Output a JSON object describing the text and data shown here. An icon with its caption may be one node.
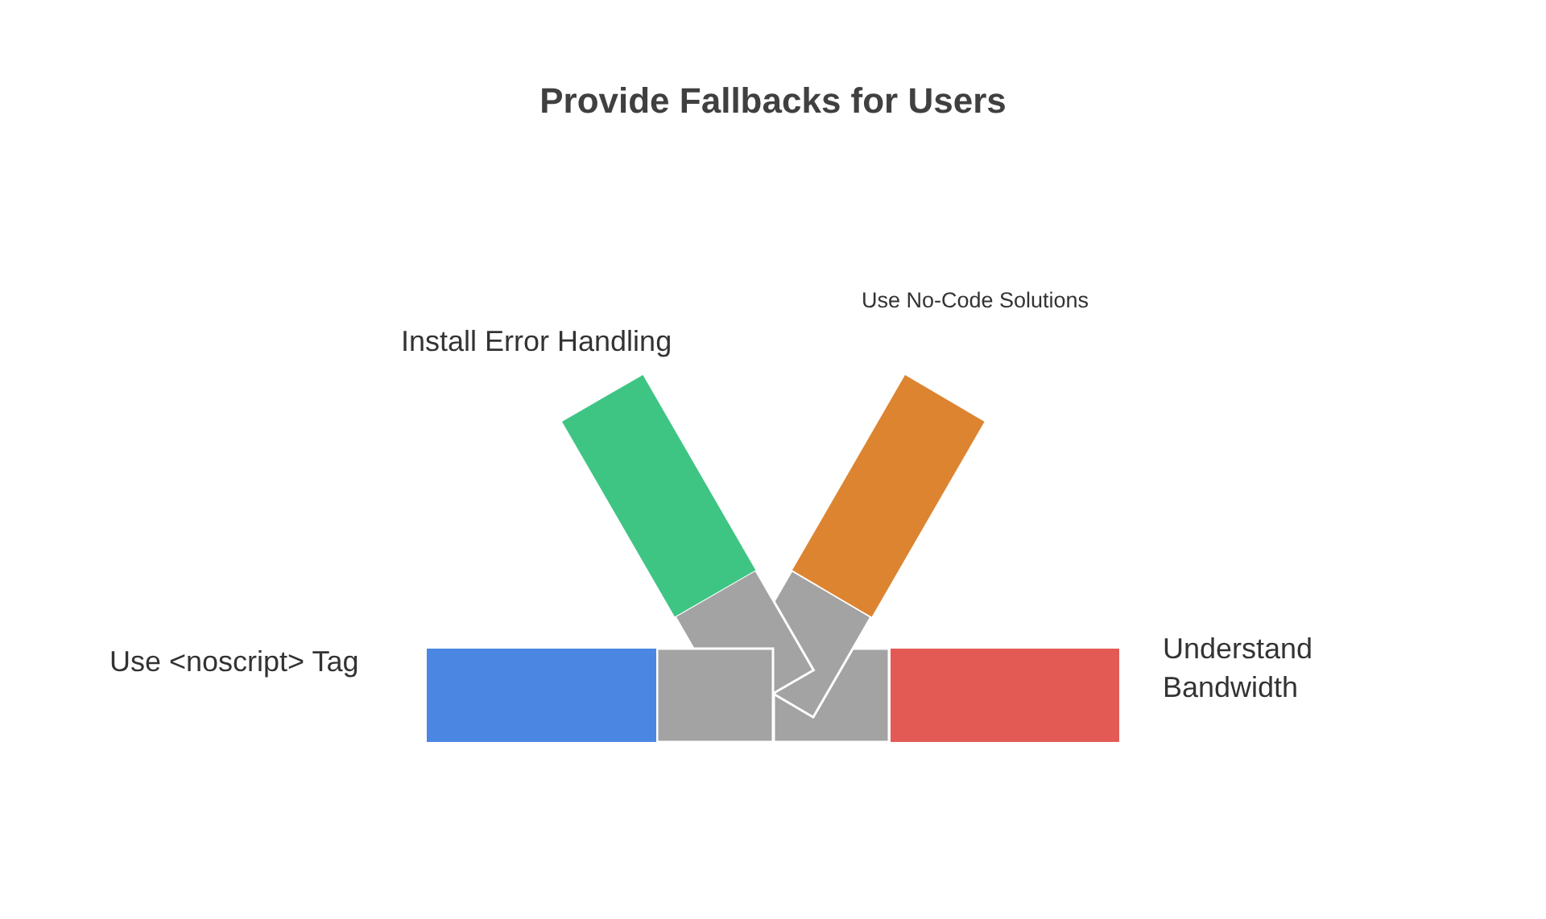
{
  "diagram": {
    "title": "Provide Fallbacks for Users",
    "nodes": [
      {
        "text": [
          "Use <noscript> Tag"
        ]
      },
      {
        "text": [
          "Install Error Handling"
        ]
      },
      {
        "text": [
          "Use No-Code Solutions"
        ]
      },
      {
        "text": [
          "Understand Bandwidth"
        ]
      }
    ]
  }
}
